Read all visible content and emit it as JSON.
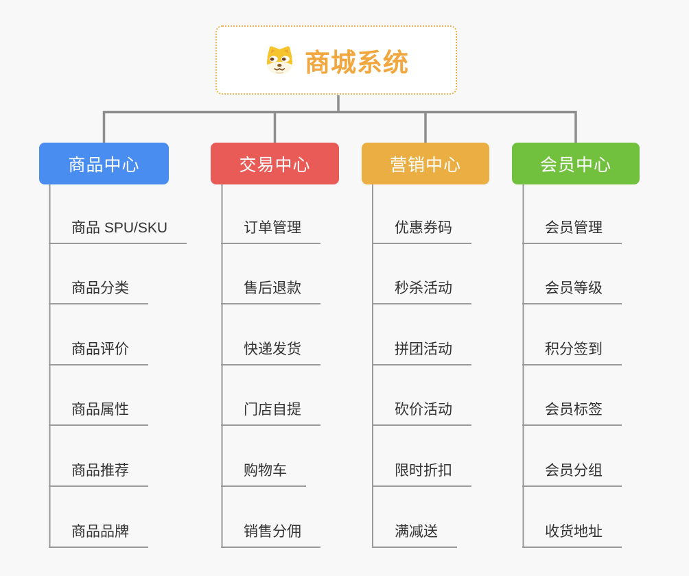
{
  "root": {
    "title": "商城系统",
    "icon": "dog-face-icon",
    "title_color": "#F1A73E"
  },
  "branches": [
    {
      "label": "商品中心",
      "color": "#4A8DF0",
      "items": [
        "商品 SPU/SKU",
        "商品分类",
        "商品评价",
        "商品属性",
        "商品推荐",
        "商品品牌"
      ]
    },
    {
      "label": "交易中心",
      "color": "#E95B56",
      "items": [
        "订单管理",
        "售后退款",
        "快递发货",
        "门店自提",
        "购物车",
        "销售分佣"
      ]
    },
    {
      "label": "营销中心",
      "color": "#EBAE42",
      "items": [
        "优惠券码",
        "秒杀活动",
        "拼团活动",
        "砍价活动",
        "限时折扣",
        "满减送"
      ]
    },
    {
      "label": "会员中心",
      "color": "#71C13F",
      "items": [
        "会员管理",
        "会员等级",
        "积分签到",
        "会员标签",
        "会员分组",
        "收货地址"
      ]
    }
  ],
  "colors": {
    "background": "#F8F8F8",
    "root_border": "#ECB257",
    "connector_dark": "#8E8E8E",
    "connector_light": "#999999",
    "item_text": "#333333"
  }
}
